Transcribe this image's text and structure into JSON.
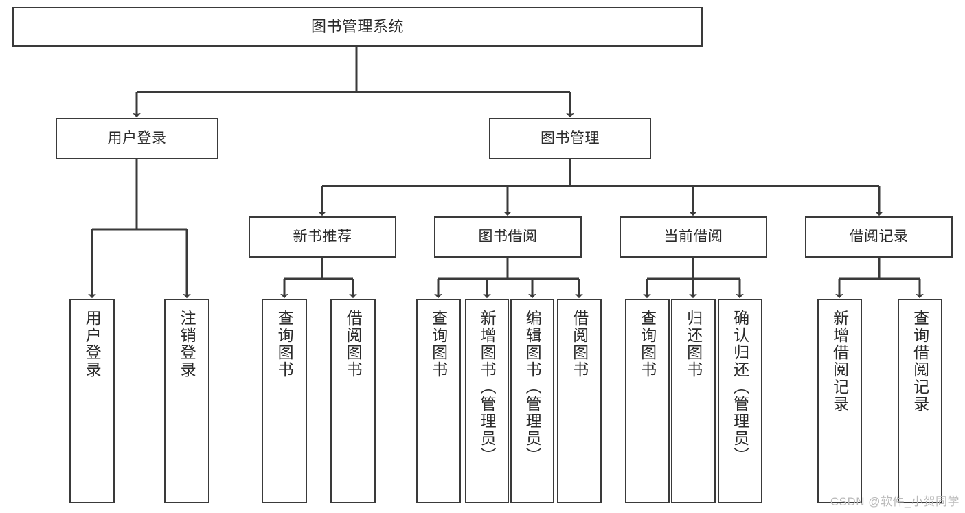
{
  "diagram": {
    "type": "tree-hierarchy",
    "title": "图书管理系统",
    "watermark": "CSDN @软件_小贺同学",
    "colors": {
      "stroke": "#3a3a3a",
      "fill": "#ffffff",
      "text": "#2b2b2b",
      "watermark": "#b9b9b9"
    },
    "nodes": {
      "root": {
        "label": "图书管理系统",
        "level": 1,
        "orientation": "horizontal"
      },
      "user_login": {
        "label": "用户登录",
        "level": 2,
        "orientation": "horizontal"
      },
      "book_mgmt": {
        "label": "图书管理",
        "level": 2,
        "orientation": "horizontal"
      },
      "new_book_rec": {
        "label": "新书推荐",
        "level": 3,
        "orientation": "horizontal"
      },
      "book_borrow": {
        "label": "图书借阅",
        "level": 3,
        "orientation": "horizontal"
      },
      "current_borrow": {
        "label": "当前借阅",
        "level": 3,
        "orientation": "horizontal"
      },
      "borrow_record": {
        "label": "借阅记录",
        "level": 3,
        "orientation": "horizontal"
      },
      "leaf_user_login": {
        "label": "用户登录",
        "level": 4,
        "orientation": "vertical"
      },
      "leaf_logout": {
        "label": "注销登录",
        "level": 4,
        "orientation": "vertical"
      },
      "leaf_query_book_1": {
        "label": "查询图书",
        "level": 4,
        "orientation": "vertical"
      },
      "leaf_borrow_book_1": {
        "label": "借阅图书",
        "level": 4,
        "orientation": "vertical"
      },
      "leaf_query_book_2": {
        "label": "查询图书",
        "level": 4,
        "orientation": "vertical"
      },
      "leaf_add_book": {
        "label": "新增图书（管理员）",
        "level": 4,
        "orientation": "vertical"
      },
      "leaf_edit_book": {
        "label": "编辑图书（管理员）",
        "level": 4,
        "orientation": "vertical"
      },
      "leaf_borrow_book_2": {
        "label": "借阅图书",
        "level": 4,
        "orientation": "vertical"
      },
      "leaf_query_book_3": {
        "label": "查询图书",
        "level": 4,
        "orientation": "vertical"
      },
      "leaf_return_book": {
        "label": "归还图书",
        "level": 4,
        "orientation": "vertical"
      },
      "leaf_confirm_return": {
        "label": "确认归还（管理员）",
        "level": 4,
        "orientation": "vertical"
      },
      "leaf_add_record": {
        "label": "新增借阅记录",
        "level": 4,
        "orientation": "vertical"
      },
      "leaf_query_record": {
        "label": "查询借阅记录",
        "level": 4,
        "orientation": "vertical"
      }
    },
    "edges": [
      {
        "from": "root",
        "to": "user_login"
      },
      {
        "from": "root",
        "to": "book_mgmt"
      },
      {
        "from": "user_login",
        "to": "leaf_user_login"
      },
      {
        "from": "user_login",
        "to": "leaf_logout"
      },
      {
        "from": "book_mgmt",
        "to": "new_book_rec"
      },
      {
        "from": "book_mgmt",
        "to": "book_borrow"
      },
      {
        "from": "book_mgmt",
        "to": "current_borrow"
      },
      {
        "from": "book_mgmt",
        "to": "borrow_record"
      },
      {
        "from": "new_book_rec",
        "to": "leaf_query_book_1"
      },
      {
        "from": "new_book_rec",
        "to": "leaf_borrow_book_1"
      },
      {
        "from": "book_borrow",
        "to": "leaf_query_book_2"
      },
      {
        "from": "book_borrow",
        "to": "leaf_add_book"
      },
      {
        "from": "book_borrow",
        "to": "leaf_edit_book"
      },
      {
        "from": "book_borrow",
        "to": "leaf_borrow_book_2"
      },
      {
        "from": "current_borrow",
        "to": "leaf_query_book_3"
      },
      {
        "from": "current_borrow",
        "to": "leaf_return_book"
      },
      {
        "from": "current_borrow",
        "to": "leaf_confirm_return"
      },
      {
        "from": "borrow_record",
        "to": "leaf_add_record"
      },
      {
        "from": "borrow_record",
        "to": "leaf_query_record"
      }
    ]
  }
}
